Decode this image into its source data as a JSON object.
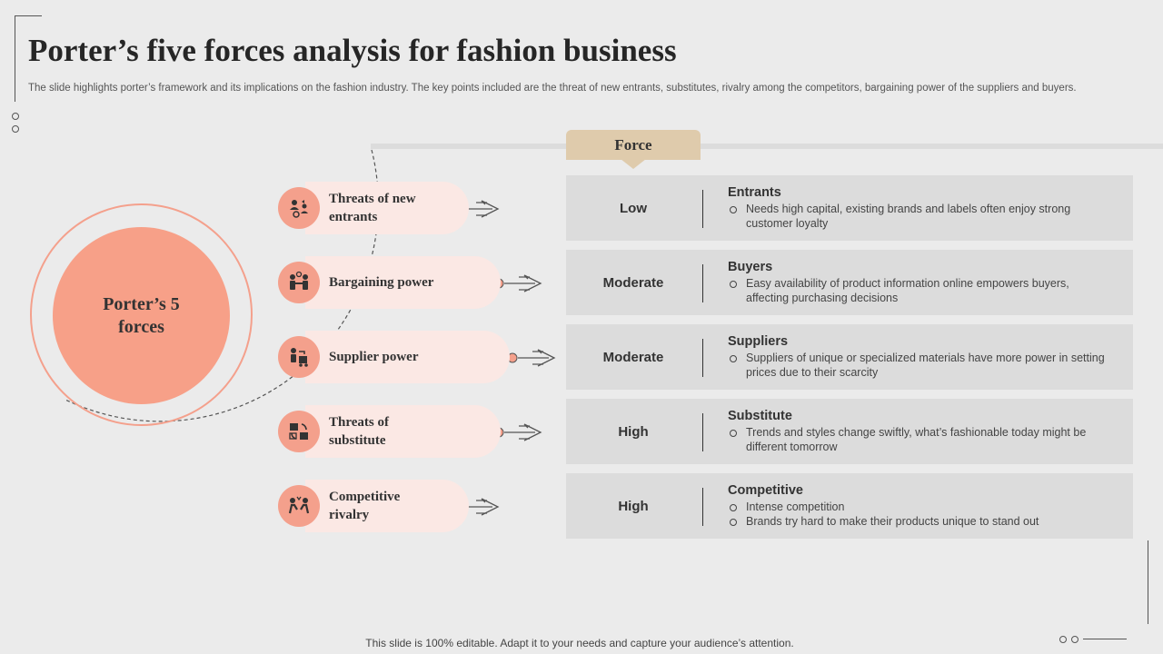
{
  "title": "Porter’s five forces analysis for fashion business",
  "subtitle": "The slide highlights porter’s framework and its implications on the fashion industry. The key points included are the threat of new entrants, substitutes, rivalry among the competitors, bargaining power of the suppliers and buyers.",
  "center": {
    "label": "Porter’s 5 forces"
  },
  "forces": [
    {
      "label": "Threats of new entrants",
      "icon": "people-network-icon"
    },
    {
      "label": "Bargaining power",
      "icon": "handshake-people-icon"
    },
    {
      "label": "Supplier power",
      "icon": "supplier-delivery-icon"
    },
    {
      "label": "Threats of substitute",
      "icon": "swap-boxes-icon"
    },
    {
      "label": "Competitive rivalry",
      "icon": "rivalry-people-icon"
    }
  ],
  "table": {
    "header": "Force",
    "rows": [
      {
        "level": "Low",
        "title": "Entrants",
        "points": [
          "Needs high capital, existing brands and labels often enjoy strong customer loyalty"
        ]
      },
      {
        "level": "Moderate",
        "title": "Buyers",
        "points": [
          "Easy availability of product information online empowers buyers, affecting purchasing decisions"
        ]
      },
      {
        "level": "Moderate",
        "title": "Suppliers",
        "points": [
          "Suppliers of unique or specialized materials have more power in setting prices due to their scarcity"
        ]
      },
      {
        "level": "High",
        "title": "Substitute",
        "points": [
          "Trends and styles change swiftly, what’s fashionable today might be different tomorrow"
        ]
      },
      {
        "level": "High",
        "title": "Competitive",
        "points": [
          "Intense competition",
          "Brands try hard to make their products unique to stand out"
        ]
      }
    ]
  },
  "footer": "This slide is 100% editable. Adapt it to your needs and capture your audience’s attention.",
  "colors": {
    "background": "#ebebeb",
    "accent": "#f4a08c",
    "pill": "#fbe8e4",
    "header": "#dfcbac",
    "row": "#dcdcdc"
  }
}
